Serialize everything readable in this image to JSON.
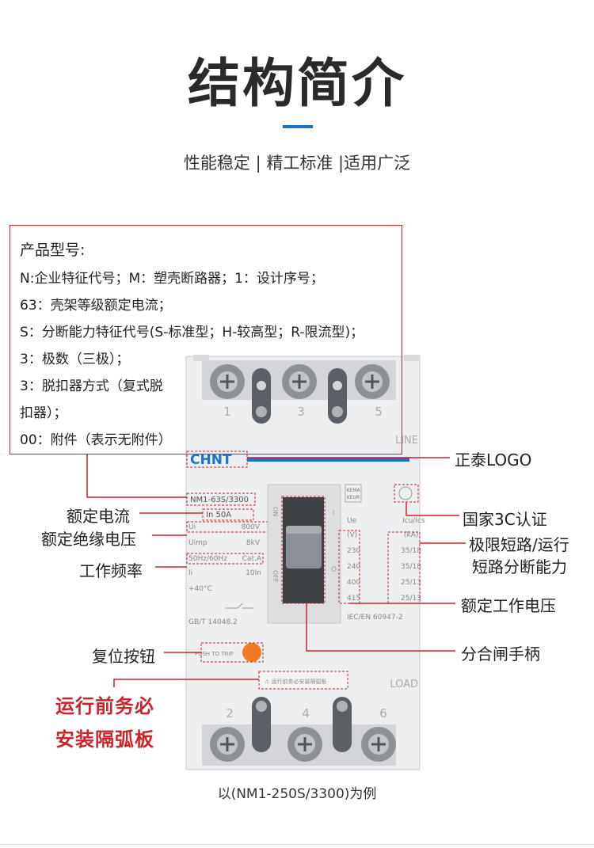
{
  "header": {
    "title": "结构简介",
    "subtitle": "性能稳定 | 精工标准 |适用广泛"
  },
  "spec_box": {
    "heading": "产品型号:",
    "lines": [
      "N:企业特征代号；M：塑壳断路器；1：设计序号；",
      "63：壳架等级额定电流；",
      "S：分断能力特征代号(S-标准型；H-较高型；R-限流型)；",
      "3：极数（三极）；",
      "3：脱扣器方式（复式脱",
      "扣器）；",
      "00：附件（表示无附件）"
    ]
  },
  "callouts": {
    "brand_logo": "正泰LOGO",
    "rated_current": "额定电流",
    "rated_insulation_voltage": "额定绝缘电压",
    "ccc_cert": "国家3C认证",
    "breaking_capacity_line1": "极限短路/运行",
    "breaking_capacity_line2": "短路分断能力",
    "frequency": "工作频率",
    "rated_working_voltage": "额定工作电压",
    "reset_button": "复位按钮",
    "handle": "分合闸手柄",
    "arc_warning_line1": "运行前务必",
    "arc_warning_line2": "安装隔弧板"
  },
  "device": {
    "brand": "CHNT",
    "model": "NM1-63S/3300",
    "current": "In  50A",
    "ui_label": "Ui",
    "ui_value": "800V",
    "uimp_label": "Uimp",
    "uimp_value": "8kV",
    "freq": "50Hz/60Hz",
    "cat": "Cat.A",
    "ii_label": "Ii",
    "ii_value": "10In",
    "temp": "+40°C",
    "standard": "GB/T 14048.2",
    "iec": "IEC/EN 60947-2",
    "ue_label": "Ue",
    "icu_label": "Icu/Ics",
    "unit_v": "(V)",
    "unit_ka": "(kA)",
    "voltages": [
      "230",
      "240",
      "400",
      "415"
    ],
    "capacities": [
      "35/18",
      "35/18",
      "25/13",
      "25/13"
    ],
    "line_label": "LINE",
    "load_label": "LOAD",
    "push_label": "PUSH TO TRIP",
    "warn_label": "⚠ 运行前务必安装隔弧板",
    "on_label": "ON",
    "off_label": "OFF",
    "mark_top": "I",
    "mark_bottom": "O",
    "kema_line1": "KEMA",
    "kema_line2": "KEUR",
    "terminals_top": [
      "1",
      "3",
      "5"
    ],
    "terminals_bottom": [
      "2",
      "4",
      "6"
    ]
  },
  "caption": "以(NM1-250S/3300)为例",
  "colors": {
    "accent_blue": "#1a73c9",
    "callout_red": "#c9252b",
    "reset_orange": "#f07a24",
    "body_gray": "#eceeef"
  }
}
